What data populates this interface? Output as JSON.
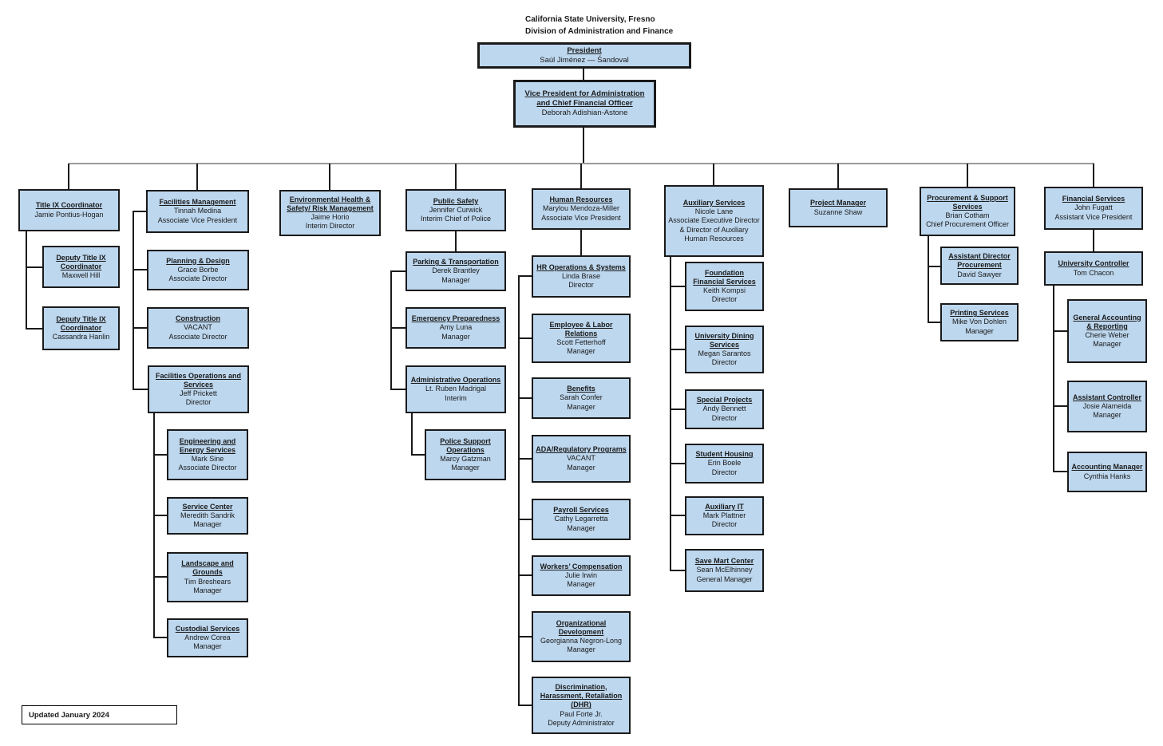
{
  "header": {
    "line1": "California State University, Fresno",
    "line2": "Division of Administration and Finance"
  },
  "footer": {
    "updated": "Updated January 2024"
  },
  "colors": {
    "box_fill": "#BDD7EE",
    "box_border": "#1A1A1A",
    "connector": "#1A1A1A",
    "distribution": "#9A9A9A"
  },
  "nodes": {
    "president": {
      "title": "President",
      "name": "Saúl Jiménez — Śandoval"
    },
    "vp": {
      "title": "Vice President for Administration and Chief Financial Officer",
      "name": "Deborah Adishian-Astone"
    },
    "titleIx": {
      "title": "Title IX Coordinator",
      "name": "Jamie Pontius-Hogan"
    },
    "deputy1": {
      "title": "Deputy Title IX Coordinator",
      "name": "Maxwell Hill"
    },
    "deputy2": {
      "title": "Deputy Title IX Coordinator",
      "name": "Cassandra Hanlin"
    },
    "facilities": {
      "title": "Facilities Management",
      "name": "Tinnah Medina",
      "role": "Associate Vice President"
    },
    "planning": {
      "title": "Planning & Design",
      "name": "Grace Borbe",
      "role": "Associate Director"
    },
    "construction": {
      "title": "Construction",
      "name": "VACANT",
      "role": "Associate Director"
    },
    "facOps": {
      "title": "Facilities Operations and Services",
      "name": "Jeff Prickett",
      "role": "Director"
    },
    "engineering": {
      "title": "Engineering and Energy Services",
      "name": "Mark Sine",
      "role": "Associate Director"
    },
    "serviceCenter": {
      "title": "Service Center",
      "name": "Meredith Sandrik",
      "role": "Manager"
    },
    "landscape": {
      "title": "Landscape and Grounds",
      "name": "Tim Breshears",
      "role": "Manager"
    },
    "custodial": {
      "title": "Custodial Services",
      "name": "Andrew Corea",
      "role": "Manager"
    },
    "ehs": {
      "title": "Environmental Health & Safety/ Risk Management",
      "name": "Jaime Horio",
      "role": "Interim Director"
    },
    "publicSafety": {
      "title": "Public Safety",
      "name": "Jennifer Curwick",
      "role": "Interim Chief of Police"
    },
    "parking": {
      "title": "Parking & Transportation",
      "name": "Derek Brantley",
      "role": "Manager"
    },
    "emergency": {
      "title": "Emergency Preparedness",
      "name": "Amy Luna",
      "role": "Manager"
    },
    "adminOps": {
      "title": "Administrative Operations",
      "name": "Lt. Ruben Madrigal",
      "role": "Interim"
    },
    "policeSupport": {
      "title": "Police Support Operations",
      "name": "Marcy Gatzman",
      "role": "Manager"
    },
    "hr": {
      "title": "Human Resources",
      "name": "Marylou Mendoza-Miller",
      "role": "Associate Vice President"
    },
    "hrOps": {
      "title": "HR Operations & Systems",
      "name": "Linda Brase",
      "role": "Director"
    },
    "employeeLabor": {
      "title": "Employee & Labor Relations",
      "name": "Scott Fetterhoff",
      "role": "Manager"
    },
    "benefits": {
      "title": "Benefits",
      "name": "Sarah Confer",
      "role": "Manager"
    },
    "ada": {
      "title": "ADA/Regulatory Programs",
      "name": "VACANT",
      "role": "Manager"
    },
    "payroll": {
      "title": "Payroll Services",
      "name": "Cathy Legarretta",
      "role": "Manager"
    },
    "workersComp": {
      "title": "Workers’ Compensation",
      "name": "Julie Irwin",
      "role": "Manager"
    },
    "orgDev": {
      "title": "Organizational Development",
      "name": "Georgianna Negron-Long",
      "role": "Manager"
    },
    "dhr": {
      "title": "Discrimination, Harassment, Retaliation (DHR)",
      "name": "Paul Forte Jr.",
      "role": "Deputy Administrator"
    },
    "auxiliary": {
      "title": "Auxiliary Services",
      "name": "Nicole Lane",
      "role": "Associate Executive Director & Director of Auxiliary Human Resources"
    },
    "foundation": {
      "title": "Foundation Financial Services",
      "name": "Keith Kompsi",
      "role": "Director"
    },
    "dining": {
      "title": "University Dining Services",
      "name": "Megan Sarantos",
      "role": "Director"
    },
    "specialProjects": {
      "title": "Special Projects",
      "name": "Andy Bennett",
      "role": "Director"
    },
    "studentHousing": {
      "title": "Student Housing",
      "name": "Erin Boele",
      "role": "Director"
    },
    "auxIt": {
      "title": "Auxiliary IT",
      "name": "Mark Plattner",
      "role": "Director"
    },
    "saveMart": {
      "title": "Save Mart Center",
      "name": "Sean McElhinney",
      "role": "General Manager"
    },
    "projectManager": {
      "title": "Project Manager",
      "name": "Suzanne Shaw"
    },
    "procurement": {
      "title": "Procurement & Support Services",
      "name": "Brian Cotham",
      "role": "Chief Procurement Officer"
    },
    "asstDirProc": {
      "title": "Assistant Director Procurement",
      "name": "David Sawyer"
    },
    "printing": {
      "title": "Printing Services",
      "name": "Mike Von Dohlen",
      "role": "Manager"
    },
    "financial": {
      "title": "Financial Services",
      "name": "John Fugatt",
      "role": "Assistant Vice President"
    },
    "univController": {
      "title": "University Controller",
      "name": "Tom Chacon"
    },
    "genAcct": {
      "title": "General Accounting & Reporting",
      "name": "Cherie Weber",
      "role": "Manager"
    },
    "asstController": {
      "title": "Assistant Controller",
      "name": "Josie Alameida",
      "role": "Manager"
    },
    "acctMgr": {
      "title": "Accounting Manager",
      "name": "Cynthia Hanks"
    }
  }
}
